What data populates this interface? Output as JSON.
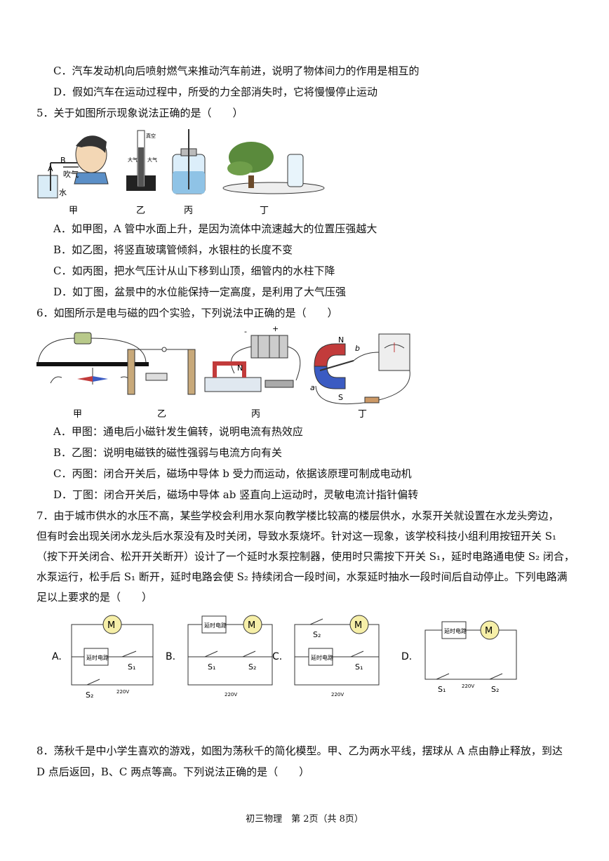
{
  "q4": {
    "opt_c": "C．汽车发动机向后喷射燃气来推动汽车前进，说明了物体间力的作用是相互的",
    "opt_d": "D．假如汽车在运动过程中，所受的力全部消失时，它将慢慢停止运动"
  },
  "q5": {
    "stem": "5．关于如图所示现象说法正确的是（　　）",
    "fig_labels": {
      "jia": "甲",
      "yi": "乙",
      "bing": "丙",
      "ding": "丁",
      "A": "A",
      "B": "B",
      "chuiqi": "吹气",
      "shui": "水",
      "zhenkong": "真空",
      "daqi": "大气",
      "daqi2": "大气"
    },
    "opt_a": "A．如甲图，A 管中水面上升，是因为流体中流速越大的位置压强越大",
    "opt_b": "B．如乙图，将竖直玻璃管倾斜，水银柱的长度不变",
    "opt_c": "C．如丙图，把水气压计从山下移到山顶，细管内的水柱下降",
    "opt_d": "D．如丁图，盆景中的水位能保持一定高度，是利用了大气压强"
  },
  "q6": {
    "stem": "6．如图所示是电与磁的四个实验，下列说法中正确的是（　　）",
    "fig_labels": {
      "jia": "甲",
      "yi": "乙",
      "bing": "丙",
      "ding": "丁",
      "N": "N",
      "N2": "N",
      "S": "S",
      "a": "a",
      "b": "b",
      "minus": "-",
      "plus": "+"
    },
    "opt_a": "A．甲图：通电后小磁针发生偏转，说明电流有热效应",
    "opt_b": "B．乙图：说明电磁铁的磁性强弱与电流方向有关",
    "opt_c": "C．丙图：闭合开关后，磁场中导体 b 受力而运动，依据该原理可制成电动机",
    "opt_d": "D．丁图：闭合开关后，磁场中导体 ab 竖直向上运动时，灵敏电流计指针偏转"
  },
  "q7": {
    "line1": "7．由于城市供水的水压不高，某些学校会利用水泵向教学楼比较高的楼层供水，水泵开关就设置在水龙头旁边，",
    "line2": "但有时会出现关闭水龙头后水泵没有及时关闭，导致水泵烧坏。针对这一现象，该学校科技小组利用按钮开关 S₁",
    "line3": "（按下开关闭合、松开开关断开）设计了一个延时水泵控制器，使用时只需按下开关 S₁，延时电路通电使 S₂ 闭合，",
    "line4": "水泵运行，松手后 S₁ 断开，延时电路会使 S₂ 持续闭合一段时间，水泵延时抽水一段时间后自动停止。下列电路满",
    "line5": "足以上要求的是（　　）",
    "circuits": [
      {
        "label": "A.",
        "box": "延时电路",
        "s1": "S₁",
        "s2": "S₂",
        "v": "220V",
        "m": "M"
      },
      {
        "label": "B.",
        "box": "延时电路",
        "s1": "S₁",
        "s2": "S₂",
        "v": "220V",
        "m": "M"
      },
      {
        "label": "C.",
        "box": "延时电路",
        "s1": "S₁",
        "s2": "S₂",
        "v": "220V",
        "m": "M"
      },
      {
        "label": "D.",
        "box": "延时电路",
        "s1": "S₁",
        "s2": "S₂",
        "v": "220V",
        "m": "M"
      }
    ]
  },
  "q8": {
    "line1": "8．荡秋千是中小学生喜欢的游戏，如图为荡秋千的简化模型。甲、乙为两水平线，摆球从 A 点由静止释放，到达",
    "line2": "D 点后返回，B、C 两点等高。下列说法正确的是（　　）"
  },
  "footer": "初三物理　第 2页（共 8页）"
}
